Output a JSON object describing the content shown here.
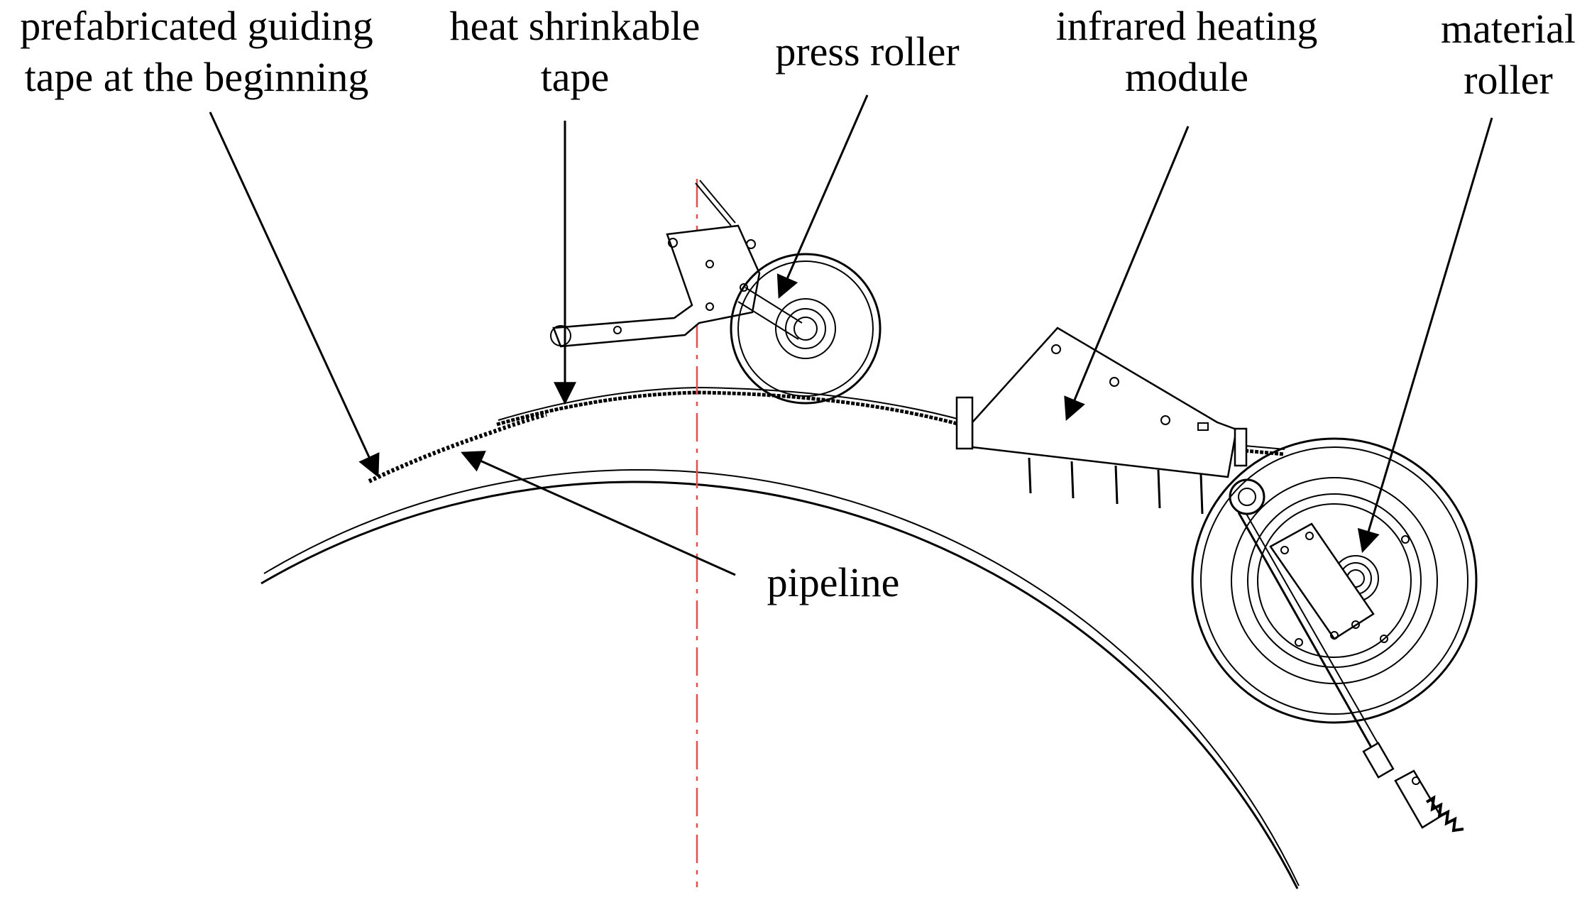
{
  "labels": {
    "prefab_line1": "prefabricated guiding",
    "prefab_line2": "tape at the beginning",
    "heat_line1": "heat shrinkable",
    "heat_line2": "tape",
    "press": "press roller",
    "infrared_line1": "infrared heating",
    "infrared_line2": "module",
    "material_line1": "material",
    "material_line2": "roller",
    "pipeline": "pipeline"
  },
  "colors": {
    "line": "#000000",
    "centerline": "#e05050",
    "background": "#ffffff"
  }
}
